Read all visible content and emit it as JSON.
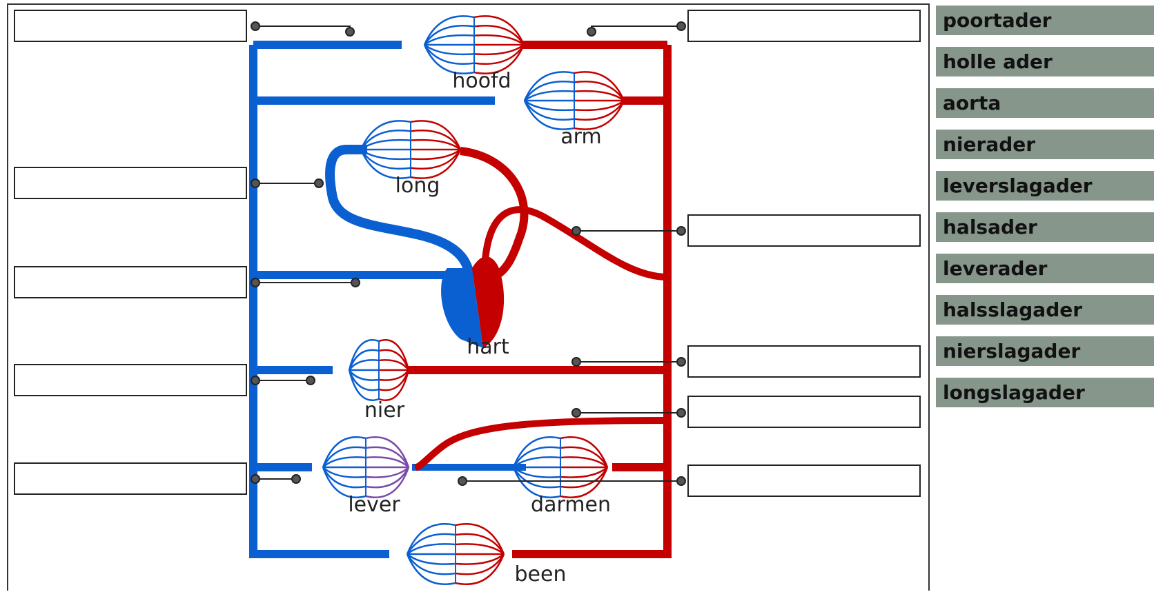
{
  "colors": {
    "vein": "#0a5fd1",
    "artery": "#c40000",
    "tile": "#86968b",
    "border": "#222222"
  },
  "organs": {
    "hoofd": "hoofd",
    "arm": "arm",
    "long": "long",
    "hart": "hart",
    "nier": "nier",
    "lever": "lever",
    "darmen": "darmen",
    "been": "been"
  },
  "drop_targets": [
    {
      "id": "left-1",
      "value": ""
    },
    {
      "id": "left-2",
      "value": ""
    },
    {
      "id": "left-3",
      "value": ""
    },
    {
      "id": "left-4",
      "value": ""
    },
    {
      "id": "left-5",
      "value": ""
    },
    {
      "id": "right-1",
      "value": ""
    },
    {
      "id": "right-2",
      "value": ""
    },
    {
      "id": "right-3",
      "value": ""
    },
    {
      "id": "right-4",
      "value": ""
    },
    {
      "id": "right-5",
      "value": ""
    }
  ],
  "word_bank": [
    "poortader",
    "holle ader",
    "aorta",
    "nierader",
    "leverslagader",
    "halsader",
    "leverader",
    "halsslagader",
    "nierslagader",
    "longslagader"
  ]
}
